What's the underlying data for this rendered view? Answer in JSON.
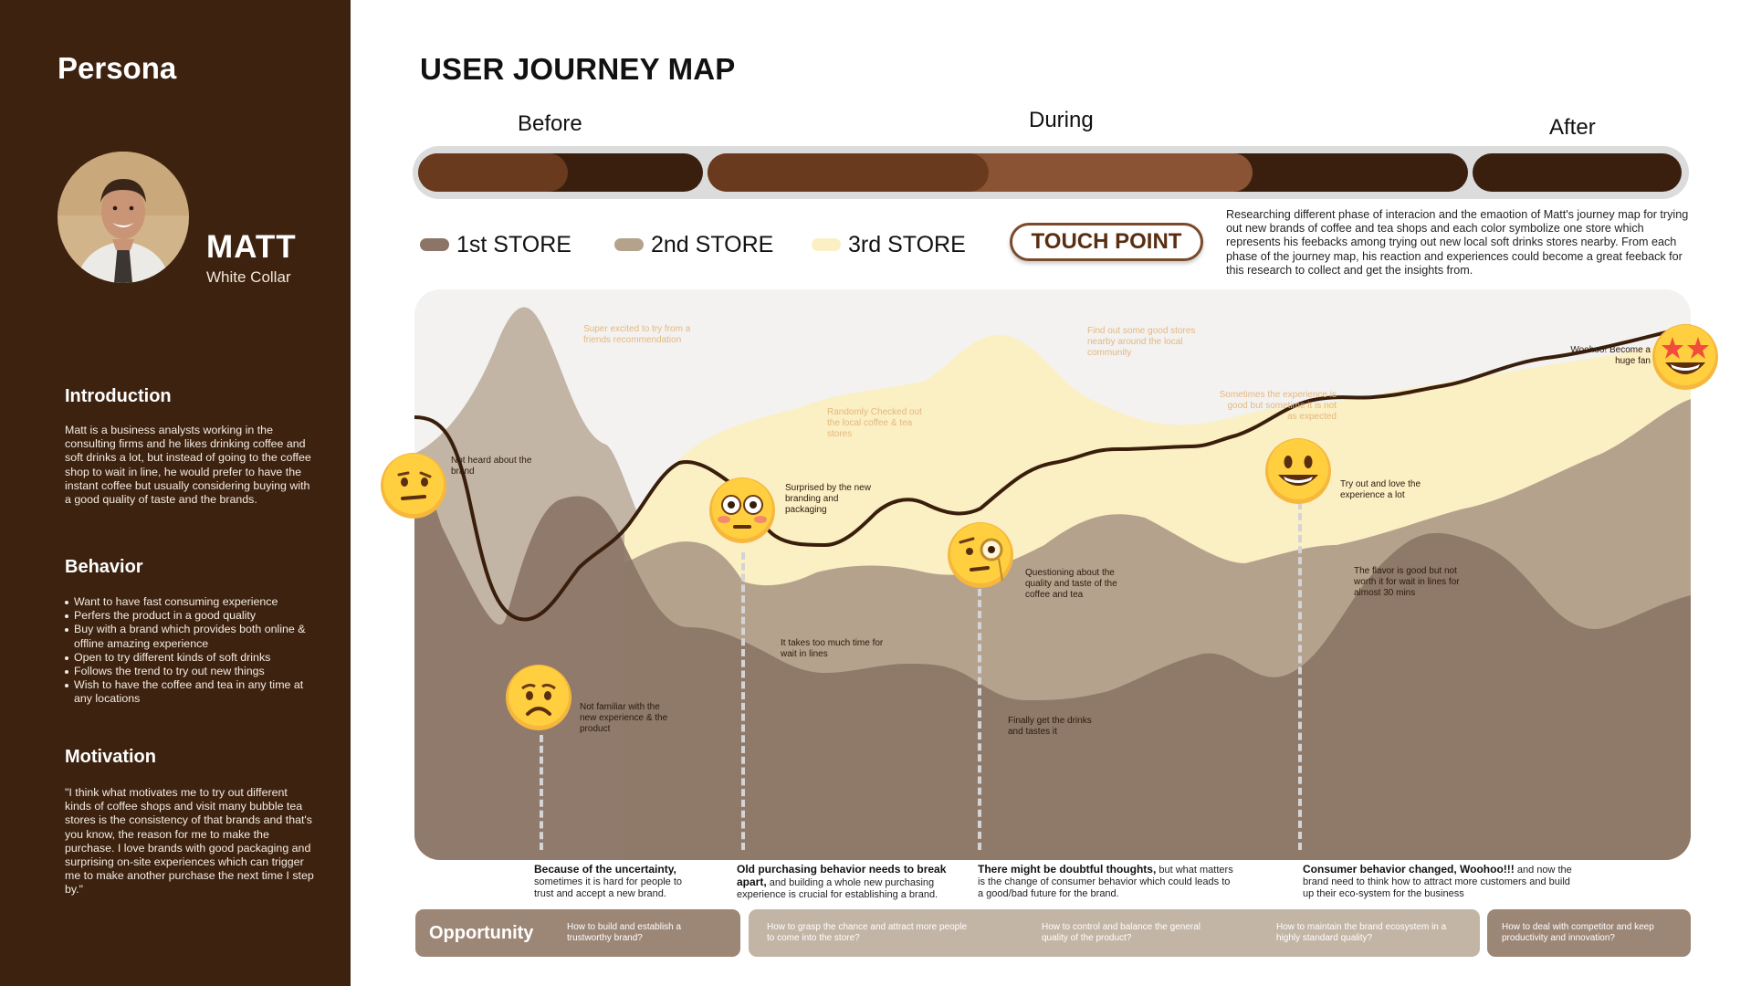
{
  "sidebar": {
    "title": "Persona",
    "name": "MATT",
    "role": "White Collar",
    "intro_h": "Introduction",
    "intro": "Matt is a business analysts working in the consulting firms and he likes drinking coffee and soft drinks a lot, but instead of going to the coffee shop to wait in line, he would prefer to have the instant coffee but usually considering buying with a good quality of taste and the brands.",
    "behavior_h": "Behavior",
    "behavior": [
      "Want to have fast consuming experience",
      "Perfers the product in a good quality",
      "Buy with a brand which provides both online & offline amazing experience",
      "Open to try different kinds of soft drinks",
      "Follows the trend to try out new things",
      "Wish to have the coffee and tea in any time at any locations"
    ],
    "motivation_h": "Motivation",
    "motivation": "\"I think what motivates me to try out different kinds of coffee shops and visit many bubble tea stores is the consistency of that brands and that's you know, the reason for me to make the purchase. I love brands with good packaging and surprising on-site experiences which can trigger me to make another purchase the next time I step by.\""
  },
  "header": {
    "title": "USER JOURNEY MAP",
    "phases": [
      "Before",
      "During",
      "After"
    ]
  },
  "legend": {
    "items": [
      {
        "label": "1st STORE",
        "color": "#8c7566"
      },
      {
        "label": "2nd STORE",
        "color": "#b5a28d"
      },
      {
        "label": "3rd STORE",
        "color": "#fbefc4"
      }
    ],
    "touch_point": "TOUCH POINT"
  },
  "description": "Researching different phase of interacion and the emaotion of Matt's journey map for trying out new brands of coffee and tea shops and each color symbolize one store which represents his feebacks among trying out new local soft drinks stores nearby. From each phase of the journey map, his reaction and experiences could become a great feeback for this research to collect and get the insights from.",
  "annotations": {
    "light": [
      "Super excited to try from a friends recommendation",
      "Randomly Checked out the local coffee & tea stores",
      "Find out some good stores nearby around the local community",
      "Sometimes the experience is good but sometime it is not as expected"
    ],
    "dark": [
      "Not heard about the brand",
      "Not familiar with the new experience & the product",
      "Surprised by the new branding and packaging",
      "It takes too much time for wait in lines",
      "Questioning about the quality and taste of the coffee and tea",
      "Finally get the drinks and tastes it",
      "Try out and love the experience a lot",
      "The flavor is good but not worth it for wait in lines for almost 30 mins",
      "Woohoo! Become a huge fan"
    ]
  },
  "bottom": [
    {
      "bold": "Because of the uncertainty,",
      "rest": "sometimes it is hard for people to trust and accept a new brand."
    },
    {
      "bold": "Old purchasing behavior needs to break apart,",
      "rest": "and building a whole new purchasing experience is crucial for establishing a brand."
    },
    {
      "bold": "There might be doubtful thoughts,",
      "rest": "but what matters is the change of consumer behavior which could leads to a good/bad future for the brand."
    },
    {
      "bold": "Consumer behavior changed, Woohoo!!!",
      "rest": "and now the brand need to think how to attract more customers and build up their eco-system for the business"
    }
  ],
  "opportunity": {
    "title": "Opportunity",
    "items": [
      "How to build and establish a trustworthy brand?",
      "How to grasp the chance and attract more people to come into the store?",
      "How to control and balance the general quality of the product?",
      "How to maintain the brand ecosystem in a highly standard quality?",
      "How to deal with competitor and keep productivity and innovation?"
    ]
  },
  "emotions": [
    "neutral-face",
    "frowning-face",
    "flushed-face",
    "monocle-face",
    "smiling-face",
    "star-struck-face"
  ]
}
